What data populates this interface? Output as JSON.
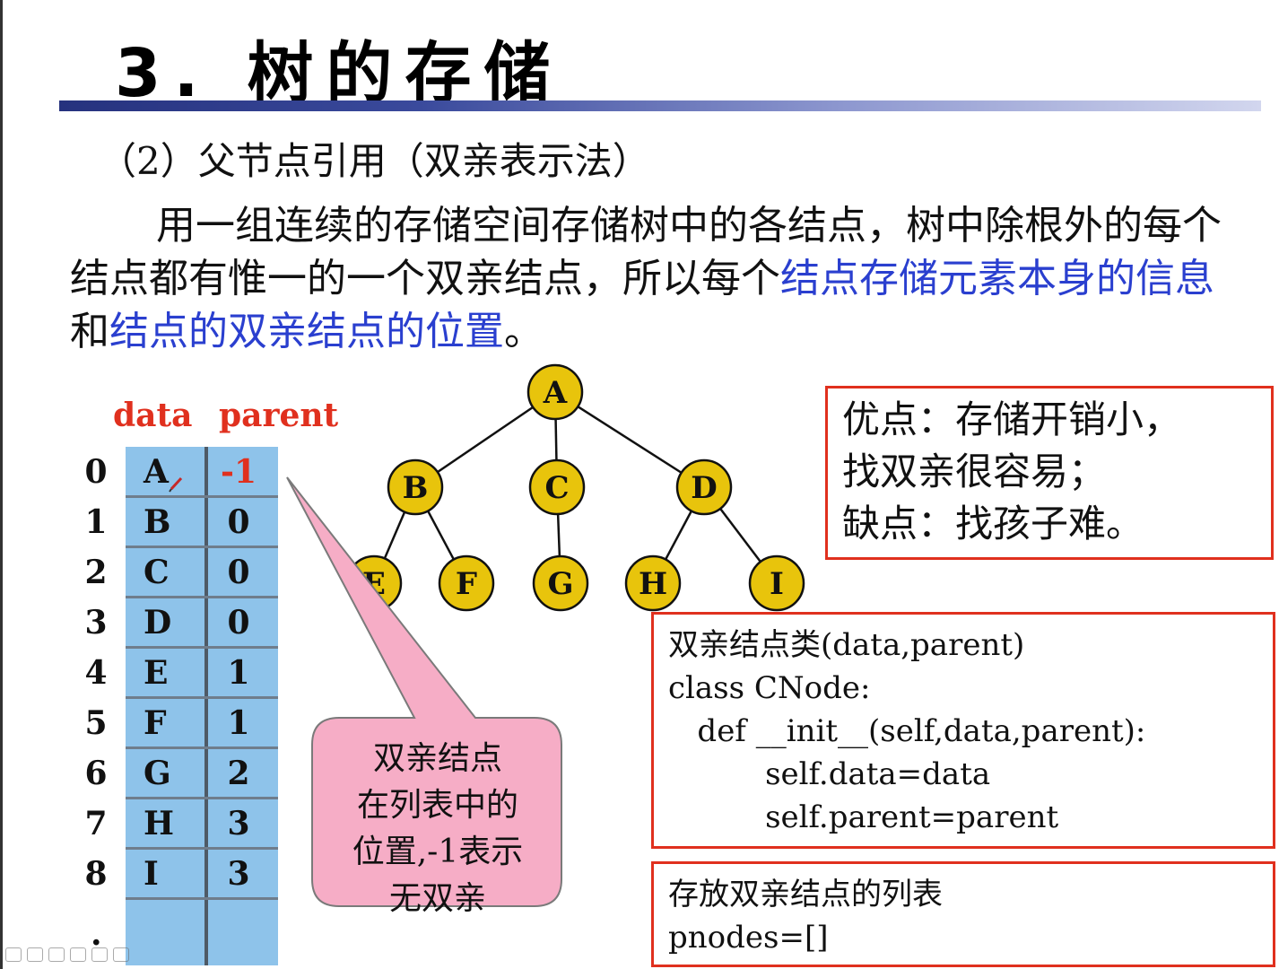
{
  "slide": {
    "title": "3. 树的存储",
    "subtitle": "（2）父节点引用（双亲表示法）",
    "paragraph": {
      "part1": "用一组连续的存储空间存储树中的各结点，树中除根外的每个结点都有惟一的一个双亲结点，所以每个",
      "highlight1": "结点存储元素本身的信息",
      "part2": "和",
      "highlight2": "结点的双亲结点的位置",
      "part3": "。"
    }
  },
  "table": {
    "header_data": "data",
    "header_parent": "parent",
    "rows": [
      {
        "index": "0",
        "data": "A",
        "parent": "-1"
      },
      {
        "index": "1",
        "data": "B",
        "parent": "0"
      },
      {
        "index": "2",
        "data": "C",
        "parent": "0"
      },
      {
        "index": "3",
        "data": "D",
        "parent": "0"
      },
      {
        "index": "4",
        "data": "E",
        "parent": "1"
      },
      {
        "index": "5",
        "data": "F",
        "parent": "1"
      },
      {
        "index": "6",
        "data": "G",
        "parent": "2"
      },
      {
        "index": "7",
        "data": "H",
        "parent": "3"
      },
      {
        "index": "8",
        "data": "I",
        "parent": "3"
      }
    ],
    "ellipsis": "."
  },
  "tree": {
    "nodes": [
      "A",
      "B",
      "C",
      "D",
      "E",
      "F",
      "G",
      "H",
      "I"
    ],
    "edges": [
      [
        "A",
        "B"
      ],
      [
        "A",
        "C"
      ],
      [
        "A",
        "D"
      ],
      [
        "B",
        "E"
      ],
      [
        "B",
        "F"
      ],
      [
        "C",
        "G"
      ],
      [
        "D",
        "H"
      ],
      [
        "D",
        "I"
      ]
    ],
    "node_color": "#e8c40c"
  },
  "callout": {
    "lines": [
      "双亲结点",
      "在列表中的",
      "位置,-1表示",
      "无双亲"
    ],
    "color": "#f6adc6"
  },
  "pros_cons": {
    "line1": "优点：存储开销小，",
    "line2": "找双亲很容易；",
    "line3": "缺点：找孩子难。"
  },
  "code_class": {
    "line1": "双亲结点类(data,parent)",
    "line2": "class CNode:",
    "line3": "   def __init__(self,data,parent):",
    "line4": "          self.data=data",
    "line5": "          self.parent=parent"
  },
  "code_list": {
    "line1": "存放双亲结点的列表",
    "line2": "pnodes=[]"
  },
  "colors": {
    "highlight": "#2a3fcf",
    "accent_red": "#e0301e",
    "table_fill": "#8ec3ea",
    "title_rule": "#26327e"
  }
}
